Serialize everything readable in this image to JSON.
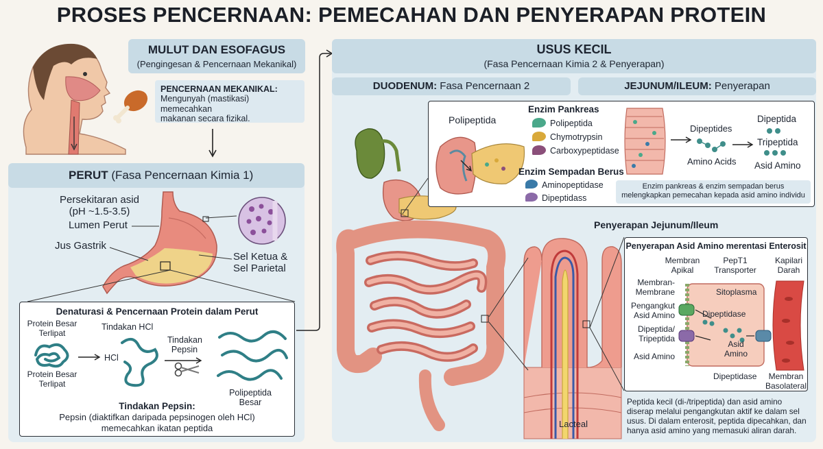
{
  "title": "PROSES PENCERNAAN: PEMECAHAN DAN PENYERAPAN PROTEIN",
  "mouth": {
    "heading": "MULUT DAN ESOFAGUS",
    "subheading": "(Pengingesan & Pencernaan Mekanikal)",
    "mech_title": "PENCERNAAN MEKANIKAL:",
    "mech_text_1": "Mengunyah (mastikasi) memecahkan",
    "mech_text_2": "makanan secara fizikal."
  },
  "stomach": {
    "heading_bold": "PERUT",
    "heading_rest": " (Fasa Pencernaan Kimia 1)",
    "acid_1": "Persekitaran asid",
    "acid_2": "(pH ~1.5-3.5)",
    "lumen": "Lumen Perut",
    "juice": "Jus Gastrik",
    "cells_1": "Sel Ketua &",
    "cells_2": "Sel Parietal",
    "detail_title": "Denaturasi & Pencernaan Protein dalam Perut",
    "protein_top_1": "Protein Besar",
    "protein_top_2": "Terlipat",
    "protein_bottom_1": "Protein Besar",
    "protein_bottom_2": "Terlipat",
    "hcl_action": "Tindakan HCl",
    "hcl": "HCl",
    "pepsin_action_1": "Tindakan",
    "pepsin_action_2": "Pepsin",
    "polypeptide_1": "Polipeptida",
    "polypeptide_2": "Besar",
    "pepsin_title": "Tindakan Pepsin:",
    "pepsin_text_1": "Pepsin (diaktifkan daripada pepsinogen oleh HCl)",
    "pepsin_text_2": "memecahkan ikatan peptida"
  },
  "intestine": {
    "heading": "USUS KECIL",
    "subheading": "(Fasa Pencernaan Kimia 2 & Penyerapan)",
    "duodenum_bold": "DUODENUM:",
    "duodenum_rest": " Fasa Pencernaan 2",
    "jejunum_bold": "JEJUNUM/ILEUM:",
    "jejunum_rest": " Penyerapan",
    "polipeptida": "Polipeptida",
    "pancreatic_title": "Enzim Pankreas",
    "enz_polipeptida": "Polipeptida",
    "enz_chymo": "Chymotrypsin",
    "enz_carboxy": "Carboxypeptidase",
    "brush_title": "Enzim Sempadan Berus",
    "enz_amino": "Aminopeptidase",
    "enz_dipep": "Dipeptidass",
    "dipeptides": "Dipeptides",
    "amino_acids": "Amino Acids",
    "out_dipeptida": "Dipeptida",
    "out_tripeptida": "Tripeptida",
    "out_asid_amino": "Asid Amino",
    "note_1": "Enzim pankreas & enzim sempadan berus",
    "note_2": "melengkapkan pemecahan kepada asid amino individu",
    "absorb_title": "Penyerapan Jejunum/Ileum",
    "lacteal": "Lacteal",
    "entero_title": "Penyerapan Asid Amino merentasi Enterosit",
    "apical_1": "Membran",
    "apical_2": "Apikal",
    "pept1_1": "PepT1",
    "pept1_2": "Transporter",
    "capillary_1": "Kapilari",
    "capillary_2": "Darah",
    "membrane_1": "Membran-",
    "membrane_2": "Membrane",
    "cytoplasm": "Sitoplasma",
    "carrier_1": "Pengangkut",
    "carrier_2": "Asid Amino",
    "dipeptidase_in": "Dipeptidase",
    "ditri_1": "Dipeptida/",
    "ditri_2": "Tripeptida",
    "asid_amino_left": "Asid Amino",
    "asid_amino_mid_1": "Asid",
    "asid_amino_mid_2": "Amino",
    "dipeptidase_bottom": "Dipeptidase",
    "basolateral_1": "Membran",
    "basolateral_2": "Basolateral",
    "summary_1": "Peptida kecil (di-/tripeptida) dan asid amino",
    "summary_2": "diserap melalui pengangkutan aktif ke dalam sel",
    "summary_3": "usus. Di dalam enterosit, peptida dipecahkan, dan",
    "summary_4": "hanya asid amino yang memasuki aliran darah."
  },
  "colors": {
    "panel": "#e3edf2",
    "header": "#c8dbe5",
    "tissue": "#e8968a",
    "bile": "#6b8a3a",
    "enzyme_green": "#4aa88a",
    "enzyme_yellow": "#d9a93a",
    "enzyme_purple": "#8b4f7a"
  }
}
